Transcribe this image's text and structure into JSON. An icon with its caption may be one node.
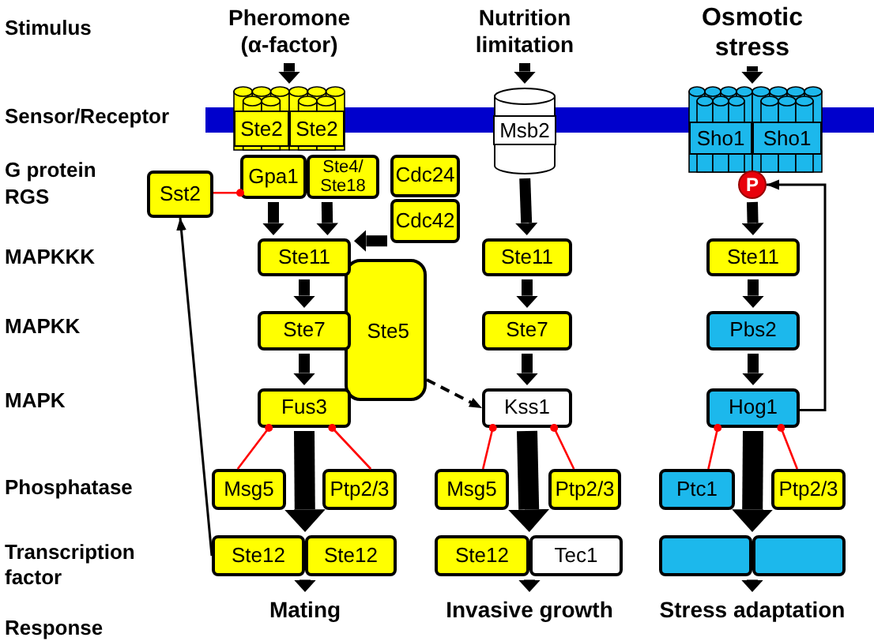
{
  "diagram": {
    "nodes": [
      {
        "text": [
          "Pheromone (α-factor)"
        ]
      },
      {
        "text": [
          "Ste2"
        ]
      },
      {
        "text": [
          "Ste2"
        ]
      },
      {
        "text": [
          "Gpa1"
        ]
      },
      {
        "text": [
          "Ste4/ Ste18"
        ]
      },
      {
        "text": [
          "Sst2"
        ]
      },
      {
        "text": [
          "Cdc24"
        ]
      },
      {
        "text": [
          "Cdc42"
        ]
      },
      {
        "text": [
          "Ste11"
        ]
      },
      {
        "text": [
          "Ste5"
        ]
      },
      {
        "text": [
          "Ste7"
        ]
      },
      {
        "text": [
          "Fus3"
        ]
      },
      {
        "text": [
          "Msg5"
        ]
      },
      {
        "text": [
          "Ptp2/3"
        ]
      },
      {
        "text": [
          "Ste12"
        ]
      },
      {
        "text": [
          "Ste12"
        ]
      },
      {
        "text": [
          "Mating"
        ]
      },
      {
        "text": [
          "Nutrition limitation"
        ]
      },
      {
        "text": [
          "Msb2"
        ]
      },
      {
        "text": [
          "Ste11"
        ]
      },
      {
        "text": [
          "Ste7"
        ]
      },
      {
        "text": [
          "Kss1"
        ]
      },
      {
        "text": [
          "Msg5"
        ]
      },
      {
        "text": [
          "Ptp2/3"
        ]
      },
      {
        "text": [
          "Ste12"
        ]
      },
      {
        "text": [
          "Tec1"
        ]
      },
      {
        "text": [
          "Invasive growth"
        ]
      },
      {
        "text": [
          "Osmotic stress"
        ]
      },
      {
        "text": [
          "Sho1"
        ]
      },
      {
        "text": [
          "Sho1"
        ]
      },
      {
        "text": [
          "P"
        ]
      },
      {
        "text": [
          "Ste11"
        ]
      },
      {
        "text": [
          "Pbs2"
        ]
      },
      {
        "text": [
          "Hog1"
        ]
      },
      {
        "text": [
          "Ptc1"
        ]
      },
      {
        "text": [
          "Ptp2/3"
        ]
      },
      {
        "text": [],
        "shape": "box"
      },
      {
        "text": [],
        "shape": "box"
      },
      {
        "text": [
          "Stress adaptation"
        ]
      }
    ],
    "edges": [
      {
        "from": 0,
        "to": 1,
        "arrow": "to"
      },
      {
        "from": 3,
        "to": 8,
        "arrow": "to"
      },
      {
        "from": 4,
        "to": 8,
        "arrow": "to"
      },
      {
        "from": 7,
        "to": 8,
        "arrow": "to"
      },
      {
        "from": 8,
        "to": 10,
        "arrow": "to"
      },
      {
        "from": 10,
        "to": 11,
        "arrow": "to"
      },
      {
        "from": 11,
        "to": 14,
        "arrow": "to",
        "style": "thick"
      },
      {
        "from": 12,
        "to": 11,
        "arrow": "other",
        "color": "#ff0000"
      },
      {
        "from": 13,
        "to": 11,
        "arrow": "other",
        "color": "#ff0000"
      },
      {
        "from": 14,
        "to": 16,
        "arrow": "to"
      },
      {
        "from": 5,
        "to": 3,
        "arrow": "other",
        "color": "#ff0000"
      },
      {
        "from": 14,
        "to": 5,
        "arrow": "to"
      },
      {
        "from": 9,
        "to": 21,
        "arrow": "to",
        "style": "dashed"
      },
      {
        "from": 17,
        "to": 18,
        "arrow": "to"
      },
      {
        "from": 18,
        "to": 19,
        "arrow": "to"
      },
      {
        "from": 19,
        "to": 20,
        "arrow": "to"
      },
      {
        "from": 20,
        "to": 21,
        "arrow": "to"
      },
      {
        "from": 21,
        "to": 24,
        "arrow": "to",
        "style": "thick"
      },
      {
        "from": 22,
        "to": 21,
        "arrow": "other",
        "color": "#ff0000"
      },
      {
        "from": 23,
        "to": 21,
        "arrow": "other",
        "color": "#ff0000"
      },
      {
        "from": 24,
        "to": 26,
        "arrow": "to"
      },
      {
        "from": 27,
        "to": 28,
        "arrow": "to"
      },
      {
        "from": 30,
        "to": 31,
        "arrow": "to"
      },
      {
        "from": 31,
        "to": 32,
        "arrow": "to"
      },
      {
        "from": 32,
        "to": 33,
        "arrow": "to"
      },
      {
        "from": 33,
        "to": 36,
        "arrow": "to",
        "style": "thick"
      },
      {
        "from": 33,
        "to": 30,
        "arrow": "to"
      },
      {
        "from": 34,
        "to": 33,
        "arrow": "other",
        "color": "#ff0000"
      },
      {
        "from": 35,
        "to": 33,
        "arrow": "other",
        "color": "#ff0000"
      },
      {
        "from": 36,
        "to": 38,
        "arrow": "to"
      }
    ],
    "labels": [
      "Stimulus",
      "Sensor/Receptor",
      "G protein",
      "RGS",
      "MAPKKK",
      "MAPKK",
      "MAPK",
      "Phosphatase",
      "Transcription factor",
      "Response"
    ]
  }
}
